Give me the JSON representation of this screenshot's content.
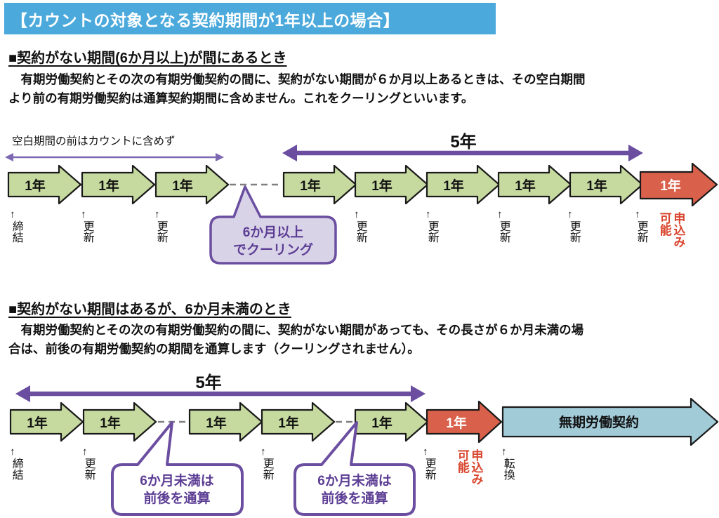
{
  "header": {
    "title": "【カウントの対象となる契約期間が1年以上の場合】"
  },
  "colors": {
    "header_bg": "#4BA9DC",
    "green_arrow": "#C6DA9F",
    "red_arrow": "#D9604A",
    "blue_arrow": "#A2CBD8",
    "purple": "#6B4EA0",
    "thin_purple": "#7D68B2",
    "callout_fill": "#D9D3E8",
    "apply_red": "#D9462E",
    "dash_gray": "#7f7f7f"
  },
  "section1": {
    "heading": "■契約がない期間(6か月以上)が間にあるとき",
    "body": "　有期労働契約とその次の有期労働契約の間に、契約がない期間が６か月以上あるときは、その空白期間\nより前の有期労働契約は通算契約期間に含めません。これをクーリングといいます。"
  },
  "timeline1": {
    "blank_note": "空白期間の前はカウントに含めず",
    "span_label": "5年",
    "segments": [
      "1年",
      "1年",
      "1年",
      "1年",
      "1年",
      "1年",
      "1年",
      "1年"
    ],
    "final_segment": "1年",
    "cooling_callout": {
      "line1": "6か月以上",
      "line2": "でクーリング"
    },
    "markers": [
      "締結",
      "更新",
      "更新",
      "更新",
      "更新",
      "更新",
      "更新",
      "更新"
    ],
    "apply_label": [
      "申込み",
      "可能"
    ]
  },
  "section2": {
    "heading": "■契約がない期間はあるが、6か月未満のとき",
    "body": "　有期労働契約とその次の有期労働契約の間に、契約がない期間があっても、その長さが６か月未満の場\n合は、前後の有期労働契約の期間を通算します（クーリングされません）。"
  },
  "timeline2": {
    "span_label": "5年",
    "segments": [
      "1年",
      "1年",
      "1年",
      "1年",
      "1年"
    ],
    "red_segment": "1年",
    "permanent_segment": "無期労働契約",
    "callouts": [
      {
        "line1": "6か月未満は",
        "line2": "前後を通算"
      },
      {
        "line1": "6か月未満は",
        "line2": "前後を通算"
      }
    ],
    "markers": [
      "締結",
      "更新",
      "更新",
      "更新"
    ],
    "conversion_marker": "転換",
    "apply_label": [
      "申込み",
      "可能"
    ]
  }
}
